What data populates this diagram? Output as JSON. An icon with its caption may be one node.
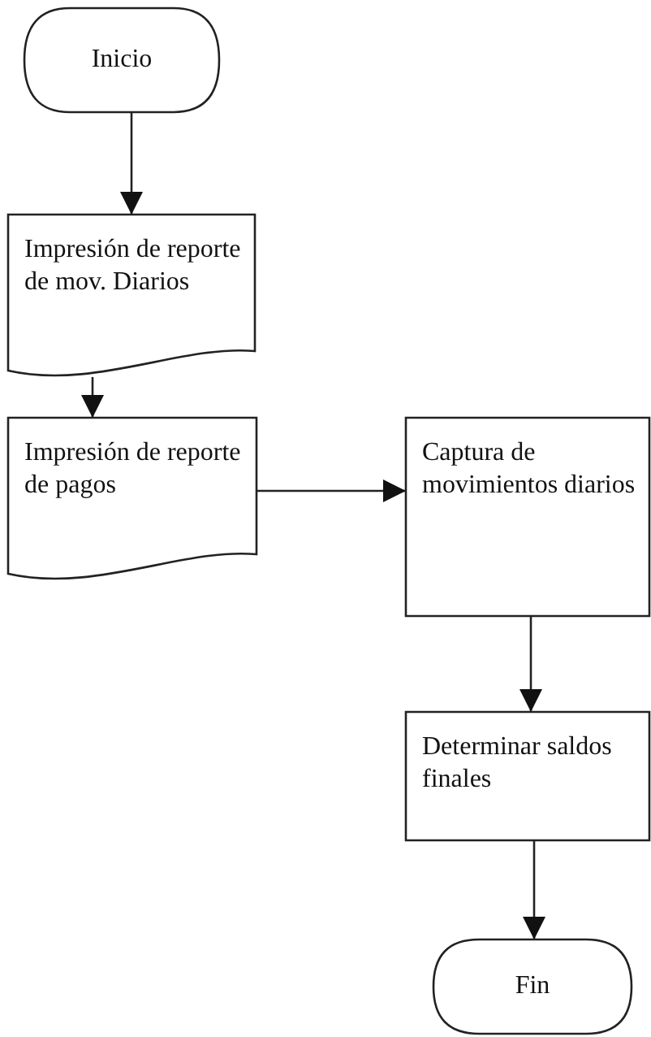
{
  "diagram": {
    "nodes": [
      {
        "text": [
          "Inicio"
        ]
      },
      {
        "text": [
          "Impresión de reporte de mov. Diarios"
        ]
      },
      {
        "text": [
          "Impresión de reporte de pagos"
        ]
      },
      {
        "text": [
          "Captura de movimientos diarios"
        ]
      },
      {
        "text": [
          "Determinar saldos finales"
        ]
      },
      {
        "text": [
          "Fin"
        ]
      }
    ],
    "edges": [
      {
        "from": 0,
        "to": 1,
        "arrow": "to"
      },
      {
        "from": 1,
        "to": 2,
        "arrow": "to"
      },
      {
        "from": 2,
        "to": 3,
        "arrow": "to"
      },
      {
        "from": 3,
        "to": 4,
        "arrow": "to"
      },
      {
        "from": 4,
        "to": 5,
        "arrow": "to"
      }
    ]
  }
}
